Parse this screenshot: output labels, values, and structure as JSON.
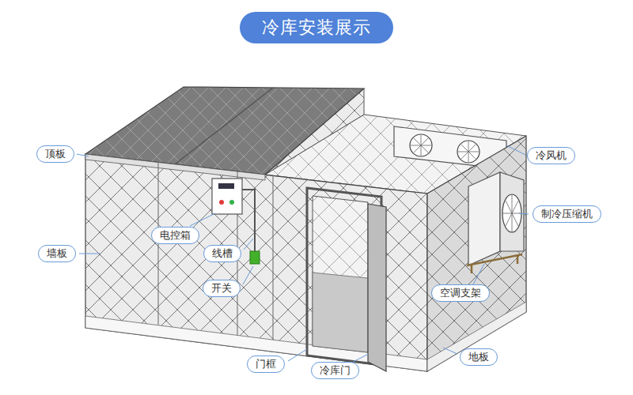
{
  "diagram": {
    "title": "冷库安装展示",
    "nodes": [
      {
        "text": [
          "顶板"
        ]
      },
      {
        "text": [
          "冷风机"
        ]
      },
      {
        "text": [
          "制冷压缩机"
        ]
      },
      {
        "text": [
          "电控箱"
        ]
      },
      {
        "text": [
          "墙板"
        ]
      },
      {
        "text": [
          "线槽"
        ]
      },
      {
        "text": [
          "开关"
        ]
      },
      {
        "text": [
          "空调支架"
        ]
      },
      {
        "text": [
          "地板"
        ]
      },
      {
        "text": [
          "门框"
        ]
      },
      {
        "text": [
          "冷库门"
        ]
      }
    ]
  }
}
